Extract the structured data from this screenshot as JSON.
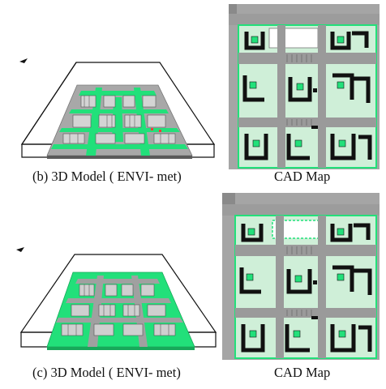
{
  "rows": [
    {
      "model_caption": "(b) 3D Model ( ENVI- met)",
      "map_caption": "CAD Map"
    },
    {
      "model_caption": "(c) 3D Model ( ENVI- met)",
      "map_caption": "CAD Map"
    }
  ],
  "colors": {
    "green": "#22e07a",
    "gray": "#9a9a9a",
    "dark_gray": "#6e6e6e",
    "black": "#000000",
    "light_green_frame": "#b6f2c8"
  }
}
